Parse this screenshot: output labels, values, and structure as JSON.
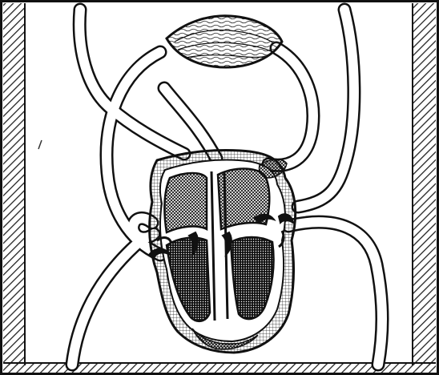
{
  "figure": {
    "style": "black-and-white engraving",
    "colors": {
      "ink": "#111111",
      "paper": "#ffffff",
      "hatch_stroke": "#222222"
    },
    "parts": [
      "left-hatched-border",
      "right-hatched-border",
      "bottom-border",
      "lung-capillary-bed",
      "left-atrium",
      "right-atrium",
      "left-ventricle",
      "right-ventricle",
      "septum",
      "valves",
      "pulmonary-vessels",
      "systemic-vessels",
      "apex-tissue"
    ]
  }
}
